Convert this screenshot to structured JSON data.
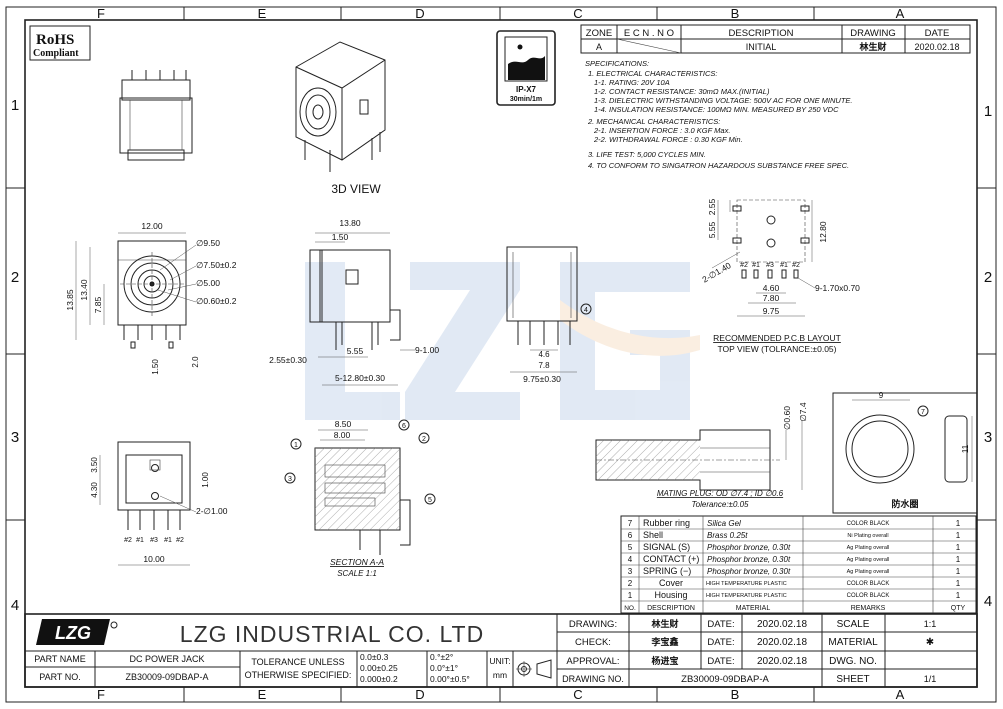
{
  "border": {
    "col_letters_top": [
      "F",
      "E",
      "D",
      "C",
      "B",
      "A"
    ],
    "col_letters_bottom": [
      "F",
      "E",
      "D",
      "C",
      "B",
      "A"
    ],
    "row_numbers_left": [
      "1",
      "2",
      "3",
      "4"
    ],
    "row_numbers_right": [
      "1",
      "2",
      "3",
      "4"
    ]
  },
  "rohs": {
    "title": "RoHS",
    "subtitle": "Compliant"
  },
  "ip_badge": {
    "rating": "IP-X7",
    "time": "30min/1m"
  },
  "revision_table": {
    "headers": {
      "zone": "ZONE",
      "ecn": "E C N . N O",
      "desc": "DESCRIPTION",
      "drawing": "DRAWING",
      "date": "DATE"
    },
    "row": {
      "zone": "A",
      "ecn": "",
      "desc": "INITIAL",
      "drawing": "林生财",
      "date": "2020.02.18"
    }
  },
  "specifications": {
    "title": "SPECIFICATIONS:",
    "lines": [
      "1. ELECTRICAL CHARACTERISTICS:",
      "  1-1. RATING: 20V 10A",
      "  1-2. CONTACT RESISTANCE: 30mΩ MAX.(INITIAL)",
      "  1-3. DIELECTRIC WITHSTANDING VOLTAGE: 500V AC FOR ONE MINUTE.",
      "  1-4. INSULATION RESISTANCE: 100MΩ MIN. MEASURED BY 250 VDC",
      "2. MECHANICAL CHARACTERISTICS:",
      "  2-1. INSERTION FORCE : 3.0 KGF Max.",
      "  2-2. WITHDRAWAL FORCE : 0.30 KGF Min.",
      "3. LIFE TEST: 5,000 CYCLES MIN.",
      "4. TO CONFORM TO SINGATRON HAZARDOUS SUBSTANCE FREE SPEC."
    ]
  },
  "views": {
    "view_3d": "3D VIEW",
    "pcb_title": "RECOMMENDED P.C.B LAYOUT",
    "pcb_subtitle": "TOP VIEW (TOLRANCE:±0.05)",
    "section_title": "SECTION A-A",
    "section_scale": "SCALE 1:1",
    "plug_title": "MATING PLUG: OD ∅7.4 ; ID ∅0.6",
    "plug_tol": "Tolerance:±0.05",
    "gasket_label": "防水圈"
  },
  "dimensions": {
    "front_w": "12.00",
    "front_h1": "13.85",
    "front_h2": "13.40",
    "front_h3": "7.85",
    "d_950": "∅9.50",
    "d_750": "∅7.50±0.2",
    "d_500": "∅5.00",
    "d_060": "∅0.60±0.2",
    "front_p1": "1.50",
    "front_p2": "2.0",
    "side_w": "13.80",
    "side_t": "1.50",
    "side_a": "5.55",
    "side_b": "2.55±0.30",
    "side_c": "9-1.00",
    "side_d": "5-12.80±0.30",
    "back_a": "4.6",
    "back_b": "7.8",
    "back_c": "9.75±0.30",
    "pcb_a": "2.55",
    "pcb_b": "5.55",
    "pcb_c": "12.80",
    "pcb_d": "2-∅1.40",
    "pcb_e": "4.60",
    "pcb_f": "7.80",
    "pcb_g": "9.75",
    "pcb_h": "9-1.70x0.70",
    "bot_a": "3.50",
    "bot_b": "4.30",
    "bot_c": "1.00",
    "bot_d": "2-∅1.00",
    "bot_e": "10.00",
    "sec_a": "8.50",
    "sec_b": "8.00",
    "plug_a": "∅0.60",
    "plug_b": "∅7.4",
    "gasket_w": "9",
    "gasket_h": "11"
  },
  "pin_labels": [
    "#2",
    "#1",
    "#3",
    "#1",
    "#2"
  ],
  "bom": {
    "headers": {
      "no": "NO.",
      "desc": "DESCRIPTION",
      "mat": "MATERIAL",
      "rem": "REMARKS",
      "qty": "QTY"
    },
    "rows": [
      {
        "no": "7",
        "desc": "Rubber ring",
        "mat": "Silica Gel",
        "rem": "COLOR BLACK",
        "qty": "1"
      },
      {
        "no": "6",
        "desc": "Shell",
        "mat": "Brass 0.25t",
        "rem": "Ni Plating overall",
        "qty": "1"
      },
      {
        "no": "5",
        "desc": "SIGNAL    (S)",
        "mat": "Phosphor bronze, 0.30t",
        "rem": "Ag Plating overall",
        "qty": "1"
      },
      {
        "no": "4",
        "desc": "CONTACT  (+)",
        "mat": "Phosphor bronze, 0.30t",
        "rem": "Ag Plating overall",
        "qty": "1"
      },
      {
        "no": "3",
        "desc": "SPRING    (−)",
        "mat": "Phosphor bronze, 0.30t",
        "rem": "Ag Plating overall",
        "qty": "1"
      },
      {
        "no": "2",
        "desc": "Cover",
        "mat": "HIGH TEMPERATURE PLASTIC",
        "rem": "COLOR BLACK",
        "qty": "1"
      },
      {
        "no": "1",
        "desc": "Housing",
        "mat": "HIGH TEMPERATURE PLASTIC",
        "rem": "COLOR BLACK",
        "qty": "1"
      }
    ]
  },
  "title_block": {
    "logo": "LZG",
    "company": "LZG  INDUSTRIAL  CO.  LTD",
    "part_name_label": "PART NAME",
    "part_name": "DC POWER JACK",
    "part_no_label": "PART NO.",
    "part_no": "ZB30009-09DBAP-A",
    "tol_label_1": "TOLERANCE UNLESS",
    "tol_label_2": "OTHERWISE SPECIFIED:",
    "tol_1": "0.0±0.3",
    "tol_2": "0.00±0.25",
    "tol_3": "0.000±0.2",
    "ang_1": "0.°±2°",
    "ang_2": "0.0°±1°",
    "ang_3": "0.00°±0.5°",
    "unit_label": "UNIT:",
    "unit": "mm",
    "drawing_label": "DRAWING:",
    "drawing": "林生财",
    "check_label": "CHECK:",
    "check": "李宝鑫",
    "approval_label": "APPROVAL:",
    "approval": "杨进宝",
    "date_label": "DATE:",
    "date1": "2020.02.18",
    "date2": "2020.02.18",
    "date3": "2020.02.18",
    "scale_label": "SCALE",
    "scale": "1:1",
    "material_label": "MATERIAL",
    "material": "✱",
    "dwg_no_label": "DWG. NO.",
    "dwg_no": "",
    "drawing_no_label": "DRAWING NO.",
    "drawing_no": "ZB30009-09DBAP-A",
    "sheet_label": "SHEET",
    "sheet": "1/1"
  }
}
